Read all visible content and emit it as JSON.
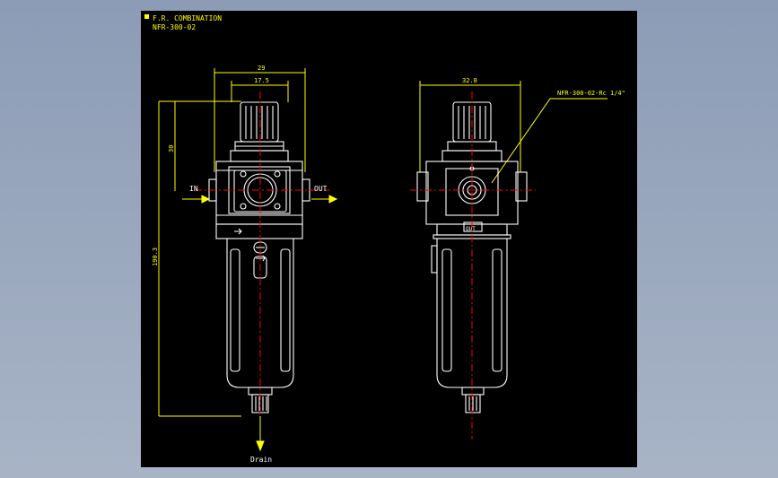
{
  "header": {
    "title": "F.R. COMBINATION",
    "model": "NFR-300-02"
  },
  "front_view": {
    "dim_width_total": "29",
    "dim_width_cap": "17.5",
    "dim_height_upper": "30",
    "dim_height_total": "190.3",
    "port_in_label": "IN",
    "port_out_label": "OUT",
    "drain_label": "Drain"
  },
  "side_view": {
    "dim_width": "32.8",
    "callout": "NFR-300-02-Rc 1/4\"",
    "out_marking": "OUT"
  },
  "colors": {
    "background": "#000000",
    "outline": "#ffffff",
    "dimension": "#ffff00",
    "centerline": "#ff0000"
  }
}
